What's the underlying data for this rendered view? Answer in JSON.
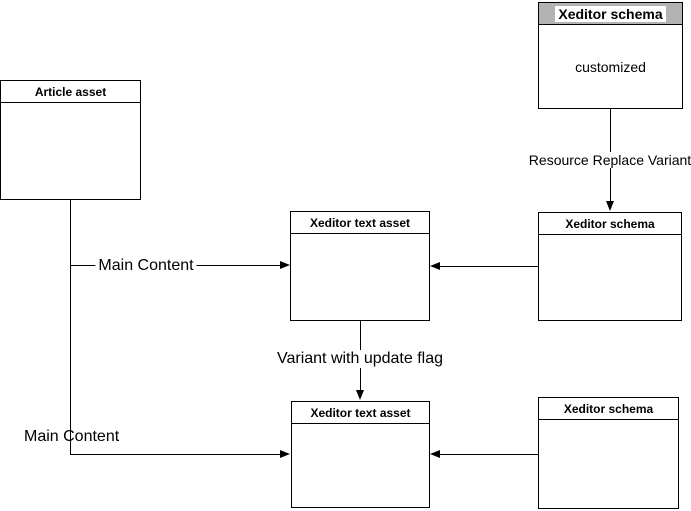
{
  "diagram": {
    "nodes": {
      "article_asset": {
        "title": "Article asset"
      },
      "schema_customized": {
        "title": "Xeditor schema",
        "body": "customized",
        "header_fill": "#b3b3b3",
        "header_style": "background:#b3b3b3"
      },
      "text_asset_top": {
        "title": "Xeditor text asset"
      },
      "schema_top": {
        "title": "Xeditor schema"
      },
      "text_asset_bottom": {
        "title": "Xeditor text asset"
      },
      "schema_bottom": {
        "title": "Xeditor schema"
      }
    },
    "edges": {
      "resource_replace": {
        "label": "Resource Replace Variant"
      },
      "main_content_top": {
        "label": "Main Content"
      },
      "main_content_bottom": {
        "label": "Main Content"
      },
      "variant_update": {
        "label": "Variant with update flag"
      }
    },
    "colors": {
      "stroke": "#000000",
      "node_fill": "#ffffff",
      "gray_header": "#b3b3b3",
      "background": "#ffffff"
    }
  }
}
